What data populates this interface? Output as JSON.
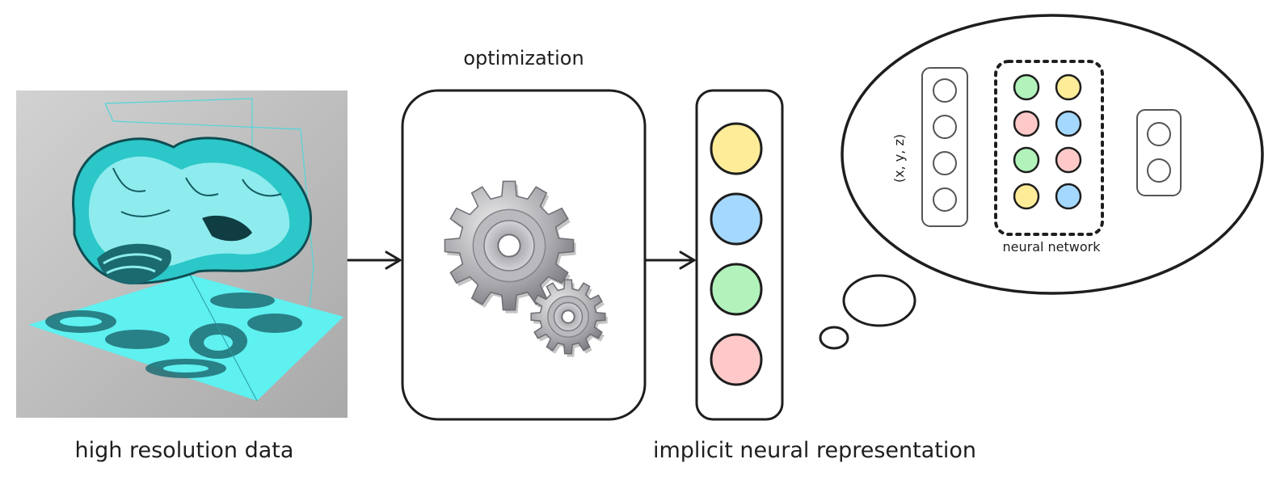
{
  "labels": {
    "optimization": "optimization",
    "high_resolution_data": "high resolution data",
    "implicit_neural_representation": "implicit neural representation",
    "neural_network": "neural network",
    "input_coords": "(x, y, z)"
  },
  "colors": {
    "stroke": "#1e1e1e",
    "yellow": "#ffec99",
    "blue": "#a5d8ff",
    "green": "#b2f2bb",
    "pink": "#ffc9c9",
    "cyan_slice": "#5ff0f0",
    "panel_gray": "#c4c4c4"
  },
  "inr_nodes": [
    "yellow",
    "blue",
    "green",
    "pink"
  ],
  "hidden_layer": [
    "green",
    "yellow",
    "pink",
    "blue",
    "green",
    "pink",
    "yellow",
    "blue"
  ],
  "icons": {
    "brain": "brain-volume-image",
    "gears": "gears-icon"
  }
}
